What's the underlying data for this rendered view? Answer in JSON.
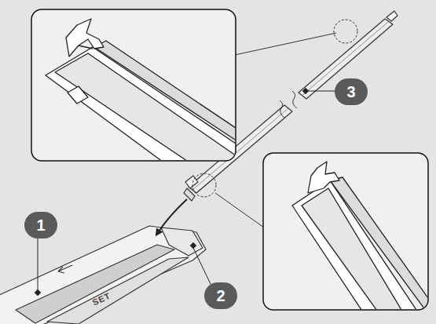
{
  "diagram": {
    "labels": [
      "1",
      "2",
      "3",
      "SET"
    ]
  }
}
